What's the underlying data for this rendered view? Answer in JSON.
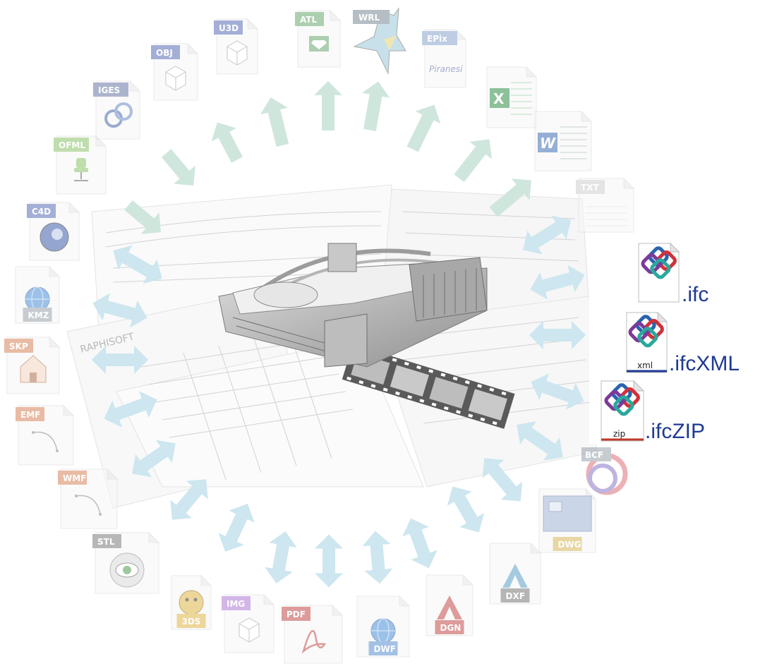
{
  "formats_ring": [
    {
      "key": "atl",
      "label": "ATL",
      "tag_color": "#6aa86f"
    },
    {
      "key": "wrl",
      "label": "WRL",
      "tag_color": "#7a8a94"
    },
    {
      "key": "epix",
      "label": "EPix",
      "tag_color": "#8aa6cf",
      "script_text": "Piranesi"
    },
    {
      "key": "xls",
      "label": "",
      "tag_color": "#2f8f46"
    },
    {
      "key": "doc",
      "label": "",
      "tag_color": "#3f6fb6"
    },
    {
      "key": "txt",
      "label": "TXT",
      "tag_color": "#cfcfcf"
    },
    {
      "key": "u3d",
      "label": "U3D",
      "tag_color": "#5a6fb8"
    },
    {
      "key": "obj",
      "label": "OBJ",
      "tag_color": "#5a6fb8"
    },
    {
      "key": "iges",
      "label": "IGES",
      "tag_color": "#6a78a6"
    },
    {
      "key": "ofml",
      "label": "OFML",
      "tag_color": "#8bc26b"
    },
    {
      "key": "c4d",
      "label": "C4D",
      "tag_color": "#5a6fb8"
    },
    {
      "key": "kmz",
      "label": "KMZ",
      "tag_color": "#9aa3ad"
    },
    {
      "key": "skp",
      "label": "SKP",
      "tag_color": "#d8845a"
    },
    {
      "key": "emf",
      "label": "EMF",
      "tag_color": "#d8845a"
    },
    {
      "key": "wmf",
      "label": "WMF",
      "tag_color": "#d8845a"
    },
    {
      "key": "stl",
      "label": "STL",
      "tag_color": "#7d7d7d"
    },
    {
      "key": "3ds",
      "label": "3DS",
      "tag_color": "#e0b547"
    },
    {
      "key": "img",
      "label": "IMG",
      "tag_color": "#b07bd6"
    },
    {
      "key": "pdf",
      "label": "PDF",
      "tag_color": "#c24a4a"
    },
    {
      "key": "dwf",
      "label": "DWF",
      "tag_color": "#5a8fd0"
    },
    {
      "key": "dgn",
      "label": "DGN",
      "tag_color": "#c24a4a"
    },
    {
      "key": "dxf",
      "label": "DXF",
      "tag_color": "#7a7a7a"
    },
    {
      "key": "dwg",
      "label": "DWG",
      "tag_color": "#d6b85a"
    },
    {
      "key": "bcf",
      "label": "BCF",
      "tag_color": "#9aa3ad"
    }
  ],
  "ifc_formats": [
    {
      "key": "ifc",
      "label": ".ifc",
      "badge": ""
    },
    {
      "key": "ifcxml",
      "label": ".ifcXML",
      "badge": "xml"
    },
    {
      "key": "ifczip",
      "label": ".ifcZIP",
      "badge": "zip"
    }
  ],
  "center_logo_text": "RAPHISOFT",
  "colors": {
    "arrow_green": "#cfe6dc",
    "arrow_blue": "#cde6ef",
    "ifc_text": "#1f3a93",
    "file_bg": "#f7f7f7",
    "file_border": "#d8d8d8"
  }
}
